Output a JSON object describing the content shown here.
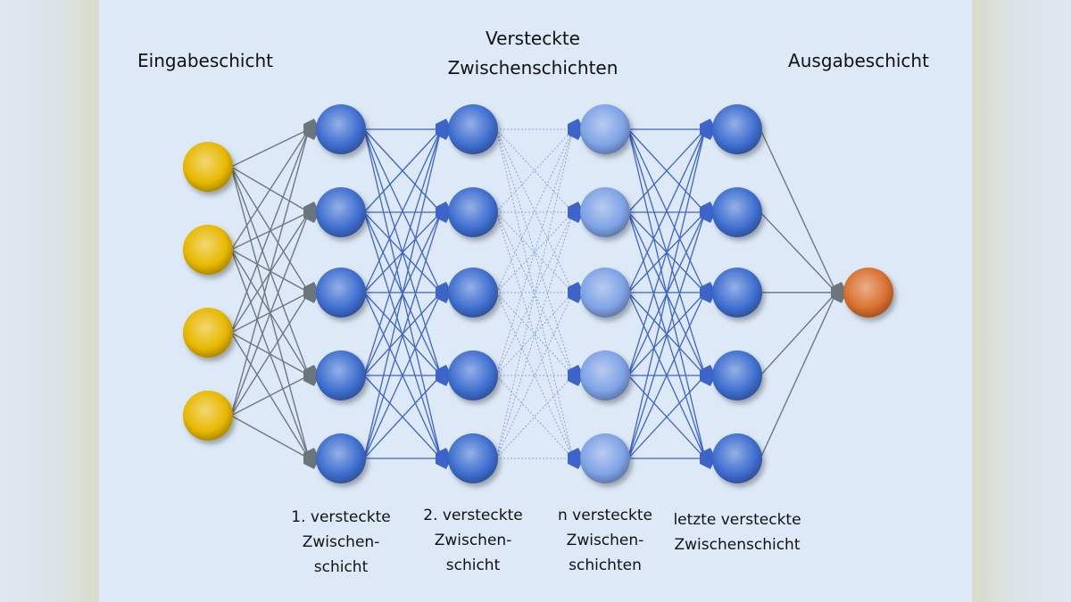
{
  "titles": {
    "input": "Eingabeschicht",
    "hidden_line1": "Versteckte",
    "hidden_line2": "Zwischenschichten",
    "output": "Ausgabeschicht"
  },
  "layer_labels": [
    [
      "1. versteckte",
      "Zwischen-",
      "schicht"
    ],
    [
      "2. versteckte",
      "Zwischen-",
      "schicht"
    ],
    [
      "n versteckte",
      "Zwischen-",
      "schichten"
    ],
    [
      "letzte versteckte",
      "Zwischenschicht"
    ]
  ],
  "layers": [
    {
      "name": "input",
      "nodes": 4,
      "color": "#e8b800"
    },
    {
      "name": "hidden-1",
      "nodes": 5,
      "color": "#3f6fd0"
    },
    {
      "name": "hidden-2",
      "nodes": 5,
      "color": "#3f6fd0"
    },
    {
      "name": "hidden-n",
      "nodes": 5,
      "color": "#7fa3e6"
    },
    {
      "name": "hidden-last",
      "nodes": 5,
      "color": "#3f6fd0"
    },
    {
      "name": "output",
      "nodes": 1,
      "color": "#d9702e"
    }
  ],
  "colors": {
    "edge_gray": "#6f7880",
    "edge_blue": "#3d64c8",
    "edge_light": "#8aa6e0",
    "arrow": "#6c757c",
    "arrow_blue": "#3d64c8"
  }
}
